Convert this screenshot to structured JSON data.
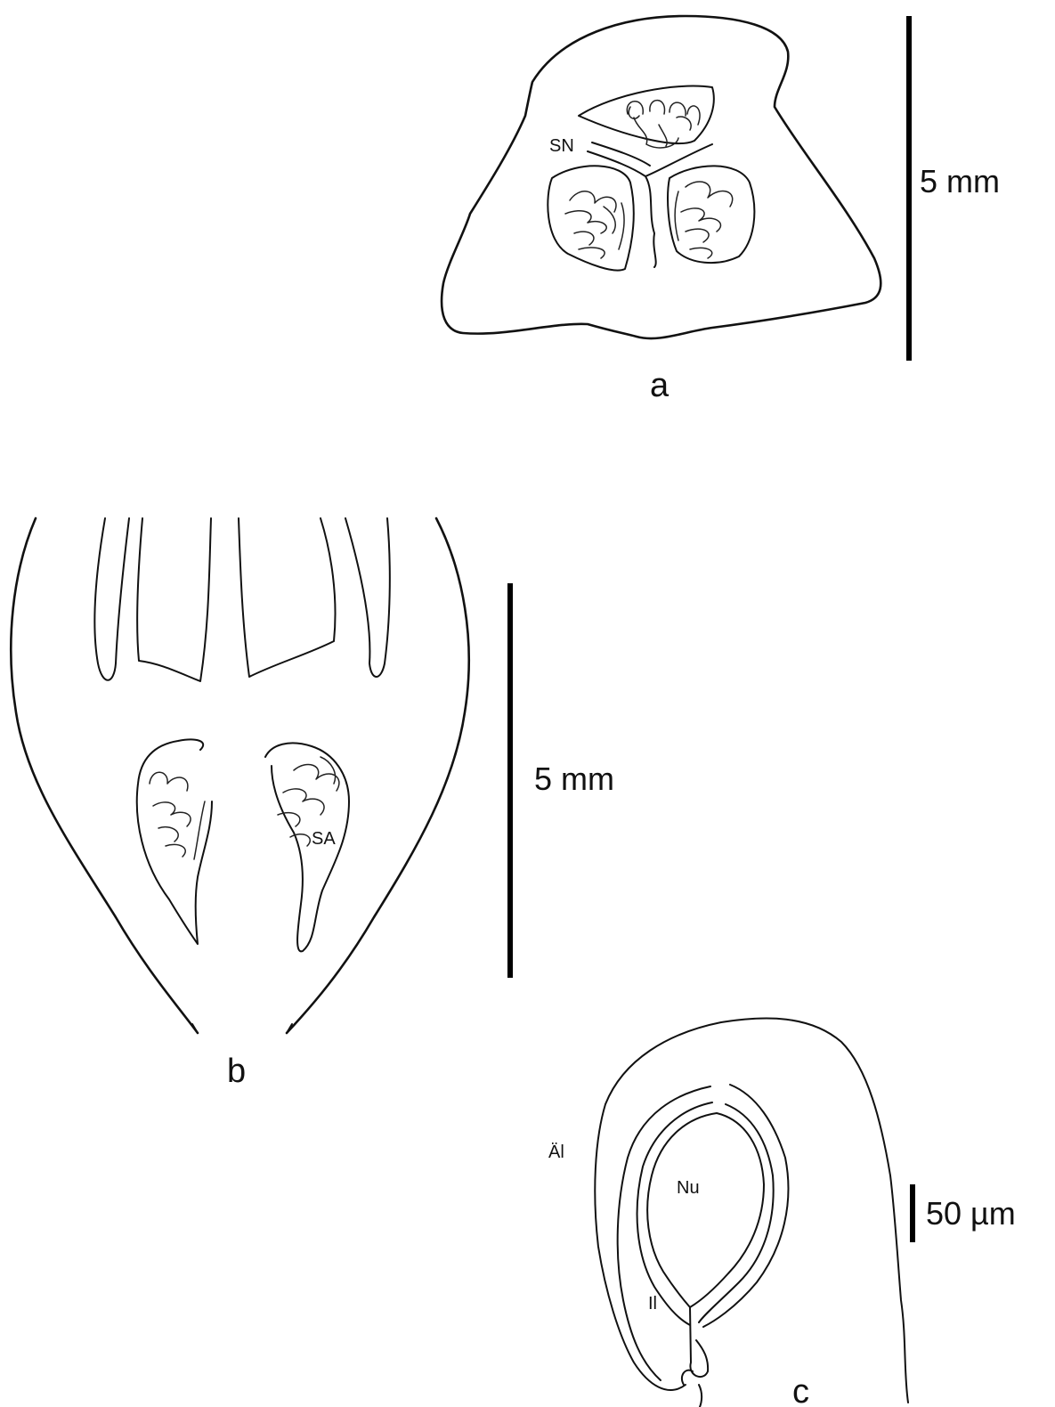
{
  "panels": {
    "a": {
      "label": "a",
      "scale": "5 mm",
      "annotations": [
        "SN"
      ]
    },
    "b": {
      "label": "b",
      "scale": "5 mm",
      "annotations": [
        "SA"
      ]
    },
    "c": {
      "label": "c",
      "scale": "50 µm",
      "annotations": [
        "Äl",
        "Nu",
        "Il"
      ]
    }
  },
  "colors": {
    "line": "#111111",
    "background": "#ffffff"
  }
}
